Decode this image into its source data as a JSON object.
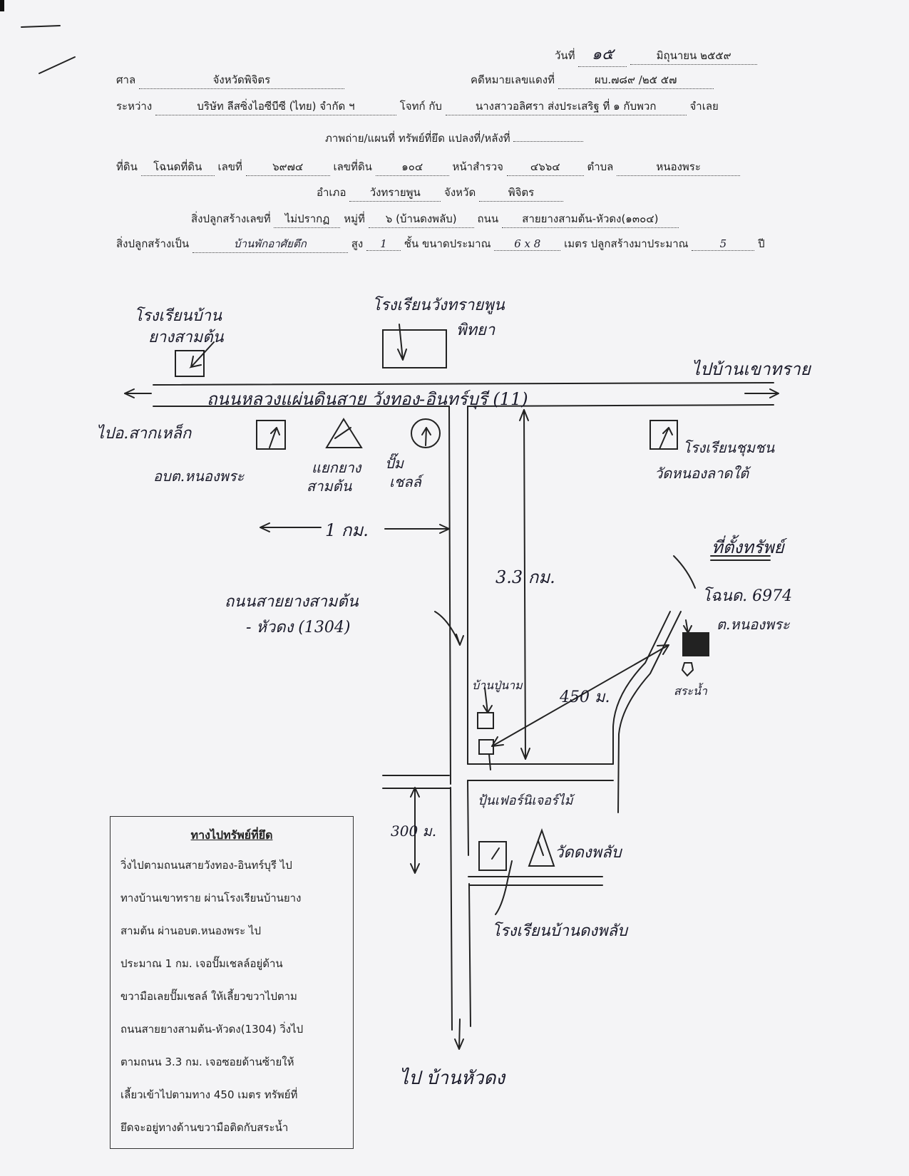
{
  "header": {
    "date_label": "วันที่",
    "date_day": "๑๕",
    "date_month_year": "มิถุนายน ๒๕๕๙",
    "court_label": "ศาล",
    "court_value": "จังหวัดพิจิตร",
    "case_label": "คดีหมายเลขแดงที่",
    "case_value": "ผบ.๗๘๙ /๒๕ ๕๗",
    "between_label": "ระหว่าง",
    "plaintiff": "บริษัท ลีสซิ่งไอซีบีซี (ไทย) จำกัด ฯ",
    "plaintiff_label": "โจทก์ กับ",
    "defendant": "นางสาวอลิศรา ส่งประเสริฐ ที่ ๑ กับพวก",
    "defendant_label": "จำเลย",
    "photo_title": "ภาพถ่าย/แผนที่ ทรัพย์ที่ยึด แปลงที่/หลังที่",
    "photo_value": "",
    "land_label": "ที่ดิน",
    "land_type": "โฉนดที่ดิน",
    "no_label": "เลขที่",
    "no_value": "๖๙๗๔",
    "parcel_label": "เลขที่ดิน",
    "parcel_value": "๑๐๔",
    "survey_label": "หน้าสำรวจ",
    "survey_value": "๔๖๖๔",
    "subdistrict_label": "ตำบล",
    "subdistrict_value": "หนองพระ",
    "district_label": "อำเภอ",
    "district_value": "วังทรายพูน",
    "province_label": "จังหวัด",
    "province_value": "พิจิตร",
    "building_no_label": "สิ่งปลูกสร้างเลขที่",
    "building_no_value": "ไม่ปรากฏ",
    "moo_label": "หมู่ที่",
    "moo_value": "๖ (บ้านดงพลับ)",
    "road_label": "ถนน",
    "road_value": "สายยางสามต้น-หัวดง(๑๓๐๔)",
    "building_type_label": "สิ่งปลูกสร้างเป็น",
    "building_type_value": "บ้านพักอาศัยตึก",
    "height_label": "สูง",
    "height_value": "1",
    "floors_label": "ชั้น ขนาดประมาณ",
    "size_value": "6 x 8",
    "meter_label": "เมตร ปลูกสร้างมาประมาณ",
    "years_value": "5",
    "year_label": "ปี"
  },
  "map": {
    "school_yang_sam_ton": "โรงเรียนบ้าน",
    "school_yang_sam_ton_2": "ยางสามต้น",
    "school_wang_sai_phun": "โรงเรียนวังทรายพูน",
    "school_wang_sai_phun_2": "พิทยา",
    "to_khao_sai": "ไปบ้านเขาทราย",
    "main_road": "ถนนหลวงแผ่นดินสาย วังทอง-อินทร์บุรี (11)",
    "to_sak_lek": "ไปอ.สากเหล็ก",
    "obt_nong_phra": "อบต.หนองพระ",
    "junction": "แยกยาง",
    "junction_2": "สามต้น",
    "shell_pump": "ปั๊ม",
    "shell_pump_2": "เชลล์",
    "school_chumchon": "โรงเรียนชุมชน",
    "school_chumchon_2": "วัดหนองลาดใต้",
    "dist_1km": "1 กม.",
    "dist_33km": "3.3 กม.",
    "seized_title": "ที่ตั้งทรัพย์",
    "deed_no": "โฉนด. 6974",
    "sub_nong_phra": "ต.หนองพระ",
    "road_1304": "ถนนสายยางสามต้น",
    "road_1304_2": "- หัวดง (1304)",
    "pond": "สระน้ำ",
    "house_pu_nam": "บ้านปู่นาม",
    "dist_450m": "450 ม.",
    "furniture": "ปุ้นเฟอร์นิเจอร์ไม้",
    "dist_300m": "300 ม.",
    "temple_dong_phlap": "วัดดงพลับ",
    "school_dong_phlap": "โรงเรียนบ้านดงพลับ",
    "to_hua_dong": "ไป บ้านหัวดง"
  },
  "directions": {
    "title": "ทางไปทรัพย์ที่ยึด",
    "lines": [
      "วิ่งไปตามถนนสายวังทอง-อินทร์บุรี ไป",
      "ทางบ้านเขาทราย ผ่านโรงเรียนบ้านยาง",
      "สามต้น ผ่านอบต.หนองพระ ไป",
      "ประมาณ 1 กม. เจอปั๊มเชลล์อยู่ด้าน",
      "ขวามือเลยปั๊มเชลล์ ให้เลี้ยวขวาไปตาม",
      "ถนนสายยางสามต้น-หัวดง(1304) วิ่งไป",
      "ตามถนน 3.3 กม. เจอซอยด้านซ้ายให้",
      "เลี้ยวเข้าไปตามทาง 450 เมตร ทรัพย์ที่",
      "ยึดจะอยู่ทางด้านขวามือติดกับสระน้ำ"
    ]
  }
}
